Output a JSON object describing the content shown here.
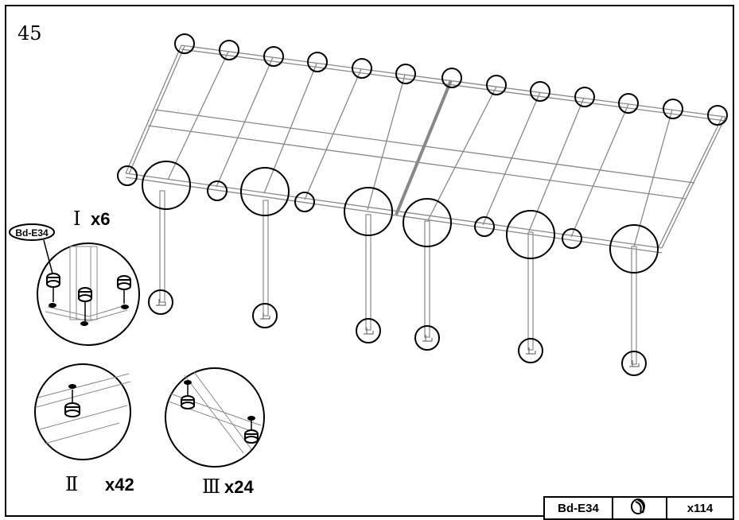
{
  "step_number": "45",
  "details": [
    {
      "numeral": "Ⅰ",
      "count": "x6",
      "part_label": "Bd-E34"
    },
    {
      "numeral": "Ⅱ",
      "count": "x42"
    },
    {
      "numeral": "Ⅲ",
      "count": "x24"
    }
  ],
  "parts_table": {
    "code": "Bd-E34",
    "icon": "cap-nut-icon",
    "quantity": "x114"
  },
  "colors": {
    "line": "#000000",
    "structure": "#888888",
    "background": "#ffffff"
  }
}
